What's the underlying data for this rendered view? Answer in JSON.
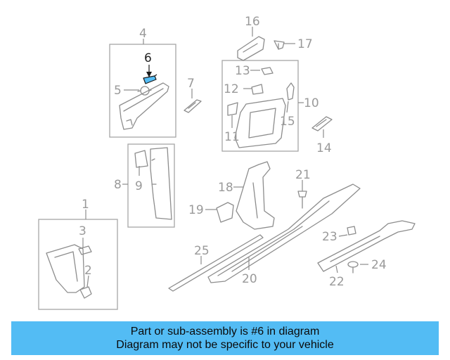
{
  "diagram": {
    "labels": {
      "l1": "1",
      "l2": "2",
      "l3": "3",
      "l4": "4",
      "l5": "5",
      "l6": "6",
      "l7": "7",
      "l8": "8",
      "l9": "9",
      "l10": "10",
      "l11": "11",
      "l12": "12",
      "l13": "13",
      "l14": "14",
      "l15": "15",
      "l16": "16",
      "l17": "17",
      "l18": "18",
      "l19": "19",
      "l20": "20",
      "l21": "21",
      "l22": "22",
      "l23": "23",
      "l24": "24",
      "l25": "25"
    },
    "highlight_part": "6",
    "colors": {
      "highlight": "#53bcf4",
      "lines": "#8d8d8d",
      "banner": "#53bcf4"
    }
  },
  "banner": {
    "line1": "Part or sub-assembly is #6 in diagram",
    "line2": "Diagram may not be specific to your vehicle"
  }
}
